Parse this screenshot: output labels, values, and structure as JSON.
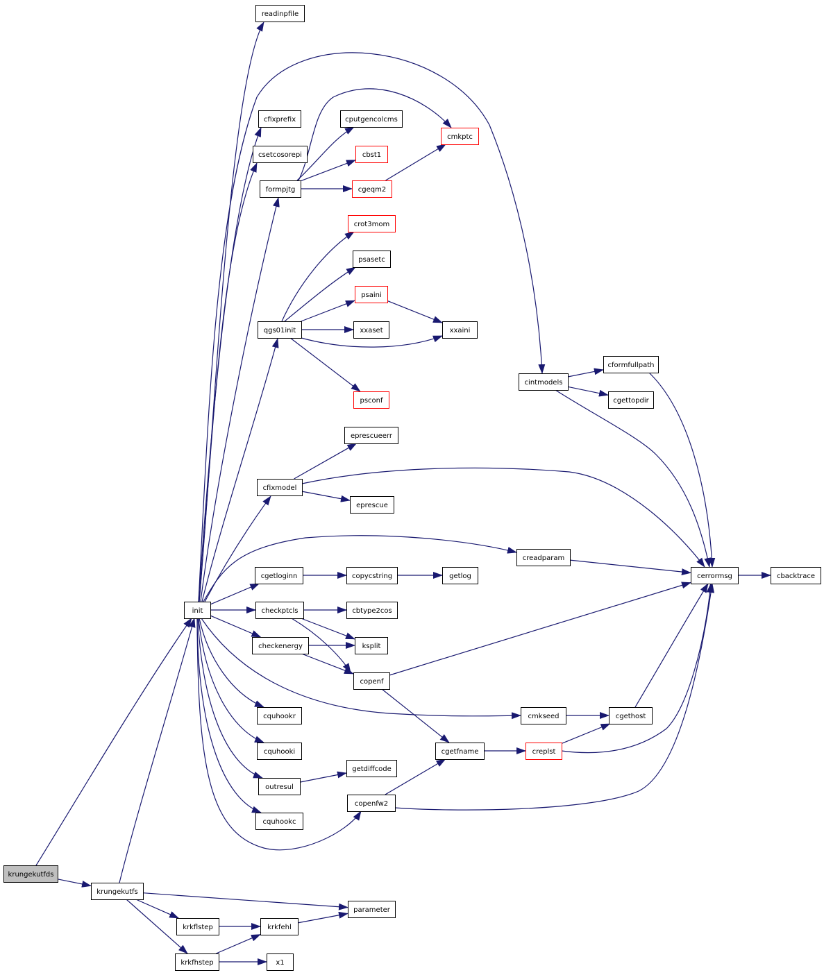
{
  "colors": {
    "edge": "#191970",
    "normal_border": "#000000",
    "trunc_border": "#ff0000",
    "root_fill": "#bfbfbf",
    "node_fill": "#ffffff"
  },
  "nodes": [
    {
      "id": "readinpfile",
      "label": "readinpfile"
    },
    {
      "id": "cfixprefix",
      "label": "cfixprefix"
    },
    {
      "id": "csetcosorepi",
      "label": "csetcosorepi"
    },
    {
      "id": "cputgencolcms",
      "label": "cputgencolcms"
    },
    {
      "id": "cmkptc",
      "label": "cmkptc",
      "truncated": true
    },
    {
      "id": "cbst1",
      "label": "cbst1",
      "truncated": true
    },
    {
      "id": "formpjtg",
      "label": "formpjtg"
    },
    {
      "id": "cgeqm2",
      "label": "cgeqm2",
      "truncated": true
    },
    {
      "id": "crot3mom",
      "label": "crot3mom",
      "truncated": true
    },
    {
      "id": "psasetc",
      "label": "psasetc"
    },
    {
      "id": "psaini",
      "label": "psaini",
      "truncated": true
    },
    {
      "id": "qgs01init",
      "label": "qgs01init"
    },
    {
      "id": "xxaset",
      "label": "xxaset"
    },
    {
      "id": "xxaini",
      "label": "xxaini"
    },
    {
      "id": "psconf",
      "label": "psconf",
      "truncated": true
    },
    {
      "id": "cformfullpath",
      "label": "cformfullpath"
    },
    {
      "id": "cintmodels",
      "label": "cintmodels"
    },
    {
      "id": "cgettopdir",
      "label": "cgettopdir"
    },
    {
      "id": "eprescueerr",
      "label": "eprescueerr"
    },
    {
      "id": "cfixmodel",
      "label": "cfixmodel"
    },
    {
      "id": "eprescue",
      "label": "eprescue"
    },
    {
      "id": "creadparam",
      "label": "creadparam"
    },
    {
      "id": "cerrormsg",
      "label": "cerrormsg"
    },
    {
      "id": "cbacktrace",
      "label": "cbacktrace"
    },
    {
      "id": "cgetloginn",
      "label": "cgetloginn"
    },
    {
      "id": "copycstring",
      "label": "copycstring"
    },
    {
      "id": "getlog",
      "label": "getlog"
    },
    {
      "id": "init",
      "label": "init"
    },
    {
      "id": "checkptcls",
      "label": "checkptcls"
    },
    {
      "id": "cbtype2cos",
      "label": "cbtype2cos"
    },
    {
      "id": "checkenergy",
      "label": "checkenergy"
    },
    {
      "id": "ksplit",
      "label": "ksplit"
    },
    {
      "id": "copenf",
      "label": "copenf"
    },
    {
      "id": "cquhookr",
      "label": "cquhookr"
    },
    {
      "id": "cmkseed",
      "label": "cmkseed"
    },
    {
      "id": "cgethost",
      "label": "cgethost"
    },
    {
      "id": "cquhooki",
      "label": "cquhooki"
    },
    {
      "id": "cgetfname",
      "label": "cgetfname"
    },
    {
      "id": "creplst",
      "label": "creplst",
      "truncated": true
    },
    {
      "id": "outresul",
      "label": "outresul"
    },
    {
      "id": "getdiffcode",
      "label": "getdiffcode"
    },
    {
      "id": "copenfw2",
      "label": "copenfw2"
    },
    {
      "id": "cquhookc",
      "label": "cquhookc"
    },
    {
      "id": "krungekutfds",
      "label": "krungekutfds",
      "root": true
    },
    {
      "id": "krungekutfs",
      "label": "krungekutfs"
    },
    {
      "id": "parameter",
      "label": "parameter"
    },
    {
      "id": "krkflstep",
      "label": "krkflstep"
    },
    {
      "id": "krkfehl",
      "label": "krkfehl"
    },
    {
      "id": "krkfhstep",
      "label": "krkfhstep"
    },
    {
      "id": "x1",
      "label": "x1"
    }
  ],
  "edges": [
    [
      "krungekutfds",
      "init"
    ],
    [
      "krungekutfds",
      "krungekutfs"
    ],
    [
      "krungekutfs",
      "init"
    ],
    [
      "krungekutfs",
      "parameter"
    ],
    [
      "krungekutfs",
      "krkflstep"
    ],
    [
      "krungekutfs",
      "krkfhstep"
    ],
    [
      "krkflstep",
      "krkfehl"
    ],
    [
      "krkfhstep",
      "krkfehl"
    ],
    [
      "krkfhstep",
      "x1"
    ],
    [
      "krkfehl",
      "parameter"
    ],
    [
      "init",
      "readinpfile"
    ],
    [
      "init",
      "cfixprefix"
    ],
    [
      "init",
      "csetcosorepi"
    ],
    [
      "init",
      "formpjtg"
    ],
    [
      "init",
      "qgs01init"
    ],
    [
      "init",
      "cfixmodel"
    ],
    [
      "init",
      "cintmodels"
    ],
    [
      "init",
      "creadparam"
    ],
    [
      "init",
      "cgetloginn"
    ],
    [
      "init",
      "checkptcls"
    ],
    [
      "init",
      "checkenergy"
    ],
    [
      "init",
      "cmkseed"
    ],
    [
      "init",
      "cquhookr"
    ],
    [
      "init",
      "cquhooki"
    ],
    [
      "init",
      "outresul"
    ],
    [
      "init",
      "cquhookc"
    ],
    [
      "init",
      "copenfw2"
    ],
    [
      "formpjtg",
      "cputgencolcms"
    ],
    [
      "formpjtg",
      "cmkptc"
    ],
    [
      "formpjtg",
      "cbst1"
    ],
    [
      "formpjtg",
      "cgeqm2"
    ],
    [
      "cgeqm2",
      "cmkptc"
    ],
    [
      "qgs01init",
      "crot3mom"
    ],
    [
      "qgs01init",
      "psasetc"
    ],
    [
      "qgs01init",
      "psaini"
    ],
    [
      "qgs01init",
      "xxaset"
    ],
    [
      "qgs01init",
      "xxaini"
    ],
    [
      "qgs01init",
      "psconf"
    ],
    [
      "psaini",
      "xxaini"
    ],
    [
      "cintmodels",
      "cformfullpath"
    ],
    [
      "cintmodels",
      "cgettopdir"
    ],
    [
      "cintmodels",
      "cerrormsg"
    ],
    [
      "cformfullpath",
      "cerrormsg"
    ],
    [
      "cfixmodel",
      "eprescueerr"
    ],
    [
      "cfixmodel",
      "eprescue"
    ],
    [
      "cfixmodel",
      "cerrormsg"
    ],
    [
      "creadparam",
      "cerrormsg"
    ],
    [
      "cerrormsg",
      "cbacktrace"
    ],
    [
      "cgetloginn",
      "copycstring"
    ],
    [
      "copycstring",
      "getlog"
    ],
    [
      "checkptcls",
      "cbtype2cos"
    ],
    [
      "checkptcls",
      "ksplit"
    ],
    [
      "checkptcls",
      "copenf"
    ],
    [
      "checkenergy",
      "ksplit"
    ],
    [
      "checkenergy",
      "copenf"
    ],
    [
      "copenf",
      "cerrormsg"
    ],
    [
      "copenf",
      "cgetfname"
    ],
    [
      "cmkseed",
      "cgethost"
    ],
    [
      "cgethost",
      "cerrormsg"
    ],
    [
      "cgetfname",
      "creplst"
    ],
    [
      "creplst",
      "cgethost"
    ],
    [
      "creplst",
      "cerrormsg"
    ],
    [
      "outresul",
      "getdiffcode"
    ],
    [
      "copenfw2",
      "cgetfname"
    ],
    [
      "copenfw2",
      "cerrormsg"
    ]
  ]
}
